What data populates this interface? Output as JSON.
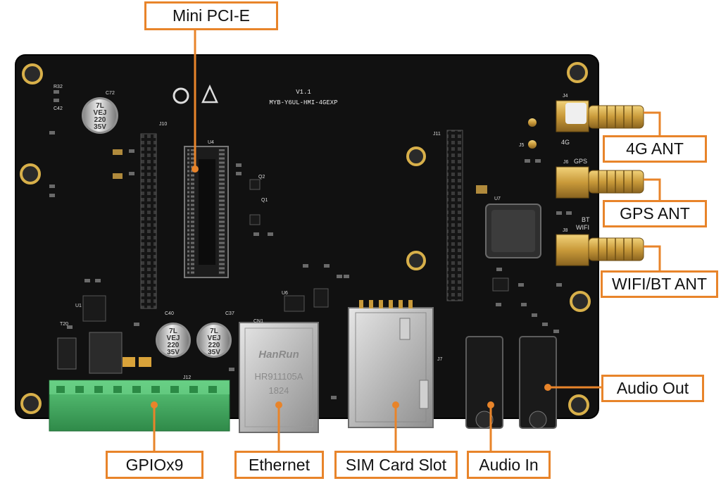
{
  "board": {
    "version": "V1.1",
    "model": "MYB-Y6UL-HMI-4GEXP",
    "ethernet_brand": "HanRun",
    "ethernet_part": "HR911105A",
    "ethernet_code": "1824",
    "capacitor_text": [
      "7L",
      "VEJ",
      "220",
      "35V"
    ],
    "silk_small": [
      "J10",
      "J11",
      "U4",
      "J7",
      "CN1",
      "J12",
      "C72",
      "C40",
      "C37",
      "R32",
      "C42",
      "Q1",
      "Q2",
      "U7",
      "J4",
      "J5",
      "J6",
      "J8",
      "U1",
      "U6",
      "T20"
    ],
    "antenna_small": [
      "4G",
      "GPS",
      "BT",
      "WIFI"
    ]
  },
  "callouts": {
    "mini_pcie": "Mini PCI-E",
    "ant_4g": "4G ANT",
    "ant_gps": "GPS ANT",
    "ant_wifi_bt": "WIFI/BT ANT",
    "audio_out": "Audio Out",
    "gpio": "GPIOx9",
    "ethernet": "Ethernet",
    "sim_slot": "SIM Card Slot",
    "audio_in": "Audio In"
  },
  "colors": {
    "accent": "#e8842a",
    "pcb": "#111111",
    "terminal_block": "#3daa5c",
    "gold": "#c99a3a"
  }
}
